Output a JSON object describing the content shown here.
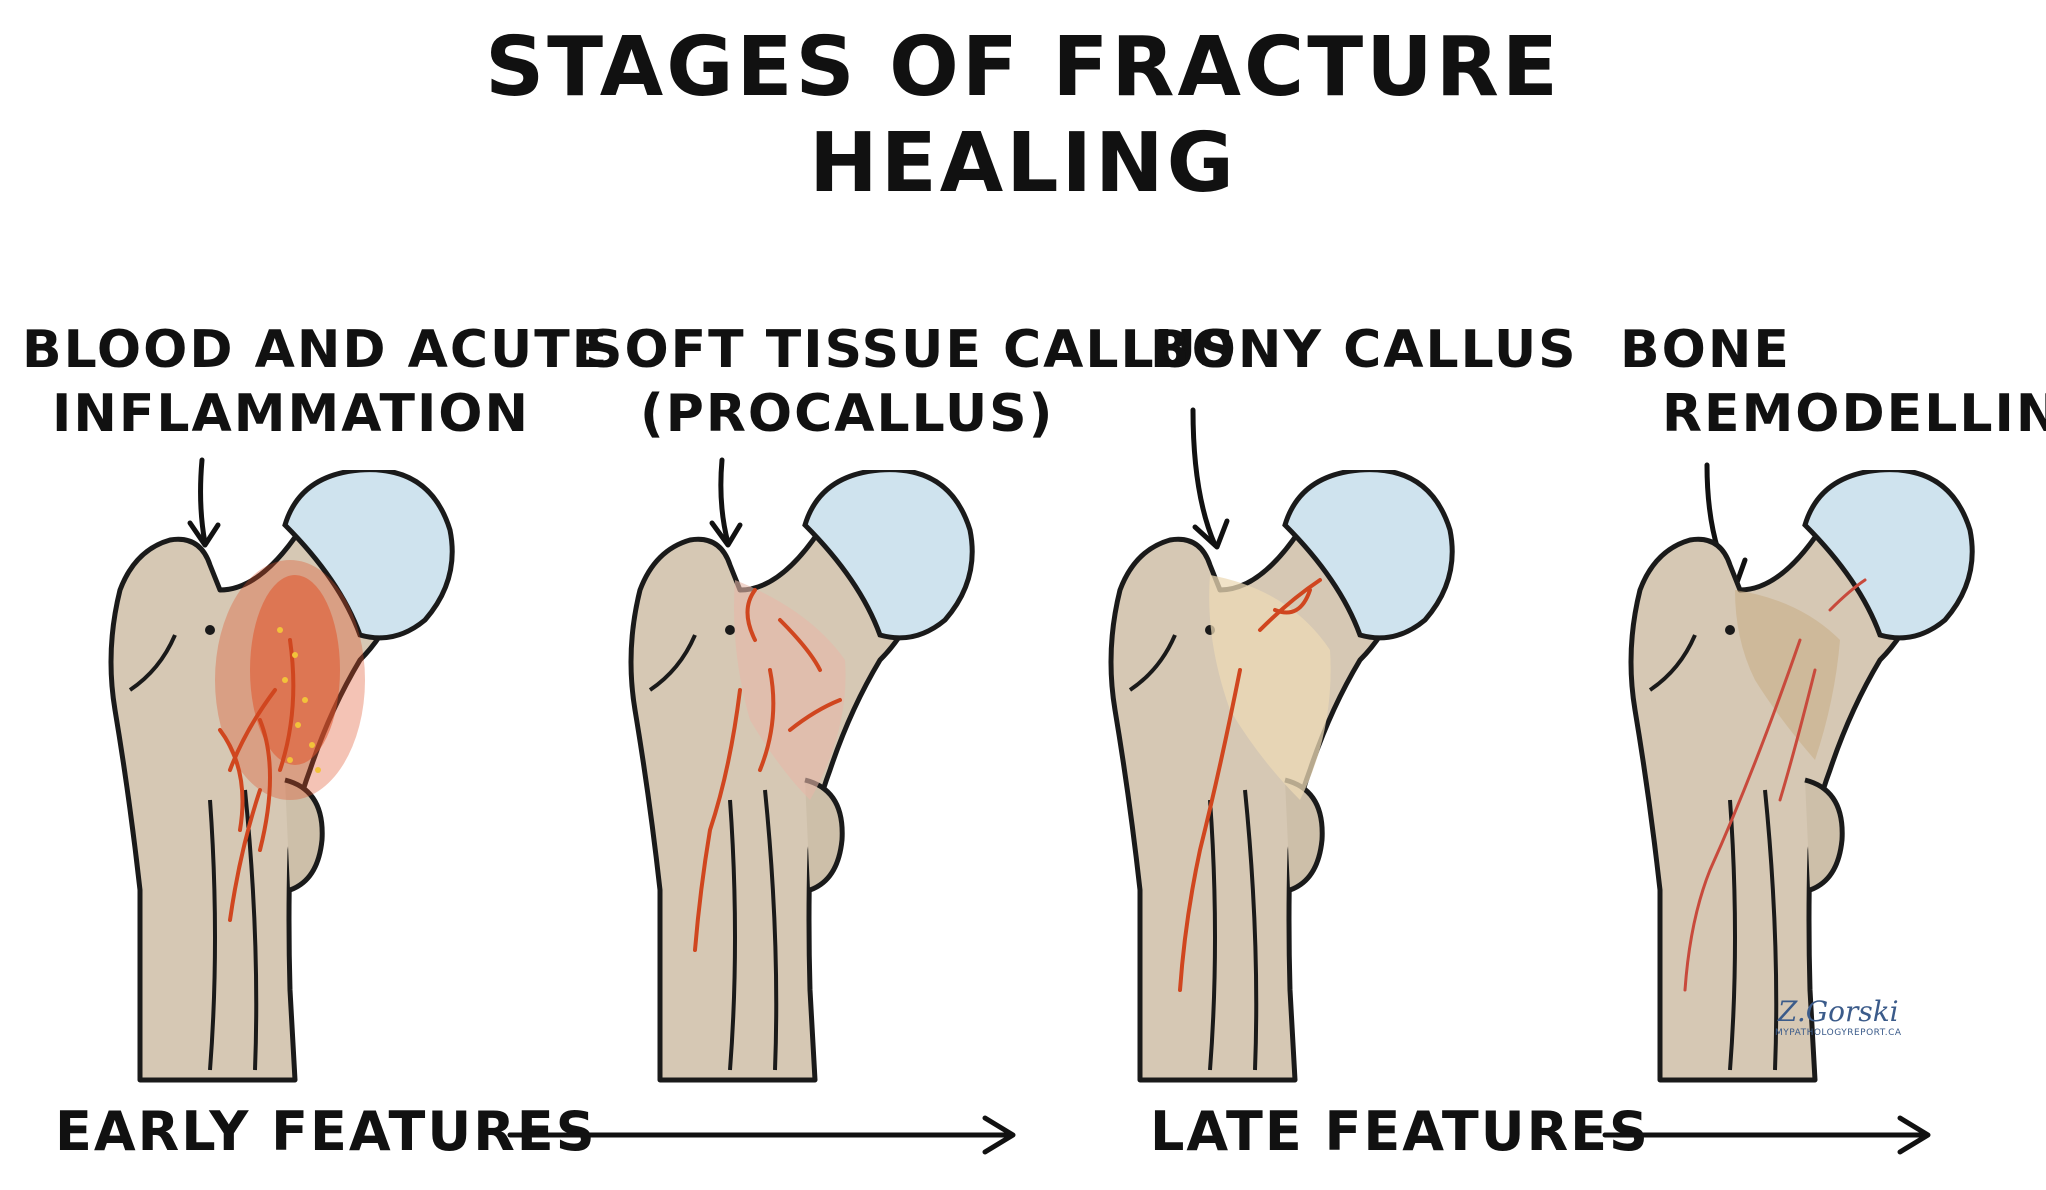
{
  "title": {
    "line1": "Stages of Fracture",
    "line2": "Healing"
  },
  "stages": [
    {
      "line1": "Blood and acute",
      "line2": "inflammation"
    },
    {
      "line1": "Soft tissue callus",
      "line2": "(procallus)"
    },
    {
      "line1": "Bony callus",
      "line2": ""
    },
    {
      "line1": "Bone",
      "line2": "remodelling"
    }
  ],
  "timeline": {
    "early": "Early features",
    "late": "Late features"
  },
  "signature": {
    "name": "Z.Gorski",
    "site": "MYPATHOLOGYREPORT.CA"
  },
  "colors": {
    "bone": "#d6c8b4",
    "bone_shadow": "#b9a994",
    "cartilage": "#cfe3ee",
    "blood": "#e0532b",
    "outline": "#1a1a1a"
  }
}
